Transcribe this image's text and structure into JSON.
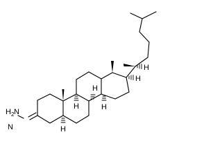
{
  "molecule": {
    "hydrazone_group": {
      "prefix": "H",
      "subscript": "2",
      "suffix": "N",
      "linker": "N",
      "amine_label": "H₂N",
      "imine_label": "N"
    },
    "stereo_hydrogens": [
      "H",
      "H",
      "H",
      "H",
      "H",
      "H"
    ],
    "colors": {
      "bond": "#000000",
      "background": "#ffffff"
    }
  }
}
